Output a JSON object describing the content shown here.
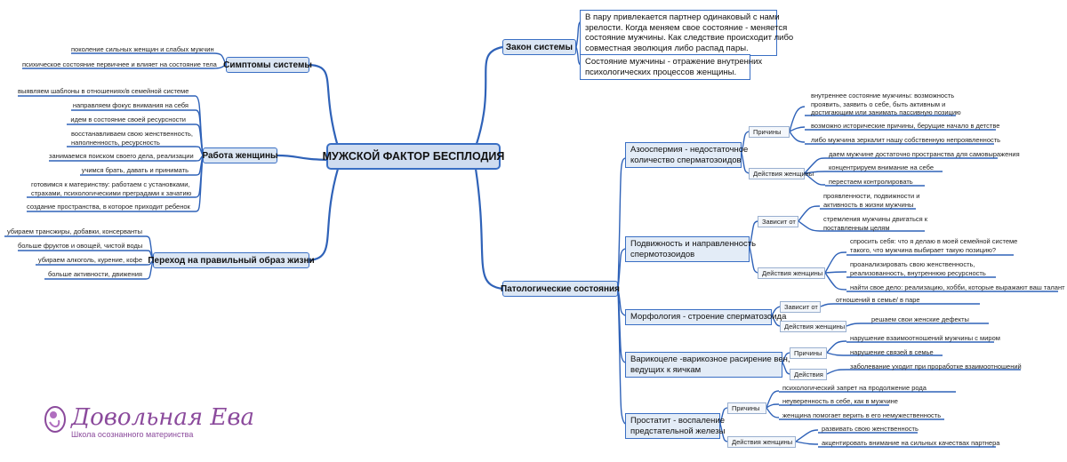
{
  "root": "МУЖСКОЙ ФАКТОР БЕСПЛОДИЯ",
  "zakon": {
    "title": "Закон системы",
    "note1": [
      "В пару привлекается партнер одинаковый с нами",
      "зрелости. Когда меняем свое состояние - меняется",
      "состояние мужчины. Как следствие происходит либо",
      "совместная эволюция либо распад пары."
    ],
    "note2": [
      "Состояние мужчины - отражение внутренних",
      "психологических процессов женщины."
    ]
  },
  "symptoms": {
    "title": "Симптомы системы",
    "items": [
      "поколение сильных женщин и слабых мужчин",
      "психическое состояние первичнее и влияет на состояние тела"
    ]
  },
  "rabota": {
    "title": "Работа женщины",
    "items": [
      [
        "выявляем шаблоны в отношениях/в семейной системе"
      ],
      [
        "направляем фокус внимания на себя"
      ],
      [
        "идем в состояние своей ресурсности"
      ],
      [
        "восстанавливаем свою женственность,",
        "наполненность, ресурсность"
      ],
      [
        "занимаемся поиском своего дела, реализации"
      ],
      [
        "учимся брать, давать и принимать"
      ],
      [
        "готовимся к материнству: работаем с установками,",
        "страхами, психологическими преградами к зачатию"
      ],
      [
        "создание пространства, в которое приходит ребенок"
      ]
    ]
  },
  "perehod": {
    "title": "Переход на правильный образ жизни",
    "items": [
      "убираем трансжиры, добавки, консерванты",
      "больше фруктов и овощей, чистой воды",
      "убираем алкоголь, курение, кофе",
      "больше активности, движения"
    ]
  },
  "patolog": {
    "title": "Патологические состояния",
    "azoo": {
      "label": [
        "Азооспермия - недостаточное",
        "количество сперматозоидов"
      ],
      "prichiny": "Причины",
      "prichiny_items": [
        [
          "внутреннее состояние мужчины: возможность",
          "проявить, заявить о себе, быть активным и",
          "достигающим или занимать пассивную позицию"
        ],
        [
          "возможно исторические причины, берущие начало в детстве"
        ],
        [
          "либо мужчина зеркалит нашу собственную непроявленность"
        ]
      ],
      "dejstviya": "Действия женщины",
      "dejstviya_items": [
        "даем мужчине достаточно пространства для самовыражения",
        "концентрируем внимание на себе",
        "перестаем контролировать"
      ]
    },
    "podv": {
      "label": [
        "Подвижность и направленность",
        "спермотозоидов"
      ],
      "zavisit": "Зависит от",
      "zavisit_items": [
        [
          "проявленности, подвижности и",
          "активность в жизни мужчины"
        ],
        [
          "стремления мужчины двигаться к",
          "поставленным целям"
        ]
      ],
      "dejstviya": "Действия женщины",
      "dejstviya_items": [
        [
          "спросить себя:  что я делаю в моей семейной системе",
          "такого, что мужчина выбирает такую позицию?"
        ],
        [
          "проанализировать свою женственность,",
          "реализованность, внутреннюю ресурсность"
        ],
        [
          "найти свое дело: реализацию, хобби, которые  выражают ваш талант"
        ]
      ]
    },
    "morf": {
      "label": "Морфология - строение сперматозоида",
      "zavisit": "Зависит от",
      "zavisit_item": "отношений в семье/ в паре",
      "dejstviya": "Действия женщины",
      "dejstviya_item": "решаем свои женские дефекты"
    },
    "varik": {
      "label": [
        "Варикоцеле -варикозное расирение вен,",
        "ведущих к яичкам"
      ],
      "prichiny": "Причины",
      "prichiny_items": [
        "нарушение взаимоотношений мужчины с миром",
        "нарушение связей в семье"
      ],
      "dejstviya": "Действия",
      "dejstviya_item": "заболевание уходит при проработке взаимоотношений"
    },
    "prost": {
      "label": [
        "Простатит - воспаление",
        "предстательной железы"
      ],
      "prichiny": "Причины",
      "prichiny_items": [
        "психологический запрет на продолжение рода",
        "неуверенность в себе, как в мужчине",
        "женщина помогает верить в его немужественность"
      ],
      "dejstviya": "Действия женщины",
      "dejstviya_items": [
        "развивать свою женственность",
        "акцентировать внимание на сильных качествах партнера"
      ]
    }
  },
  "logo": {
    "name": "Довольная Ева",
    "sub": "Школа осознанного материнства"
  },
  "colors": {
    "line": "#2f62b8",
    "node_fill": "#dbe6f4",
    "brand": "#8b4a9c"
  }
}
